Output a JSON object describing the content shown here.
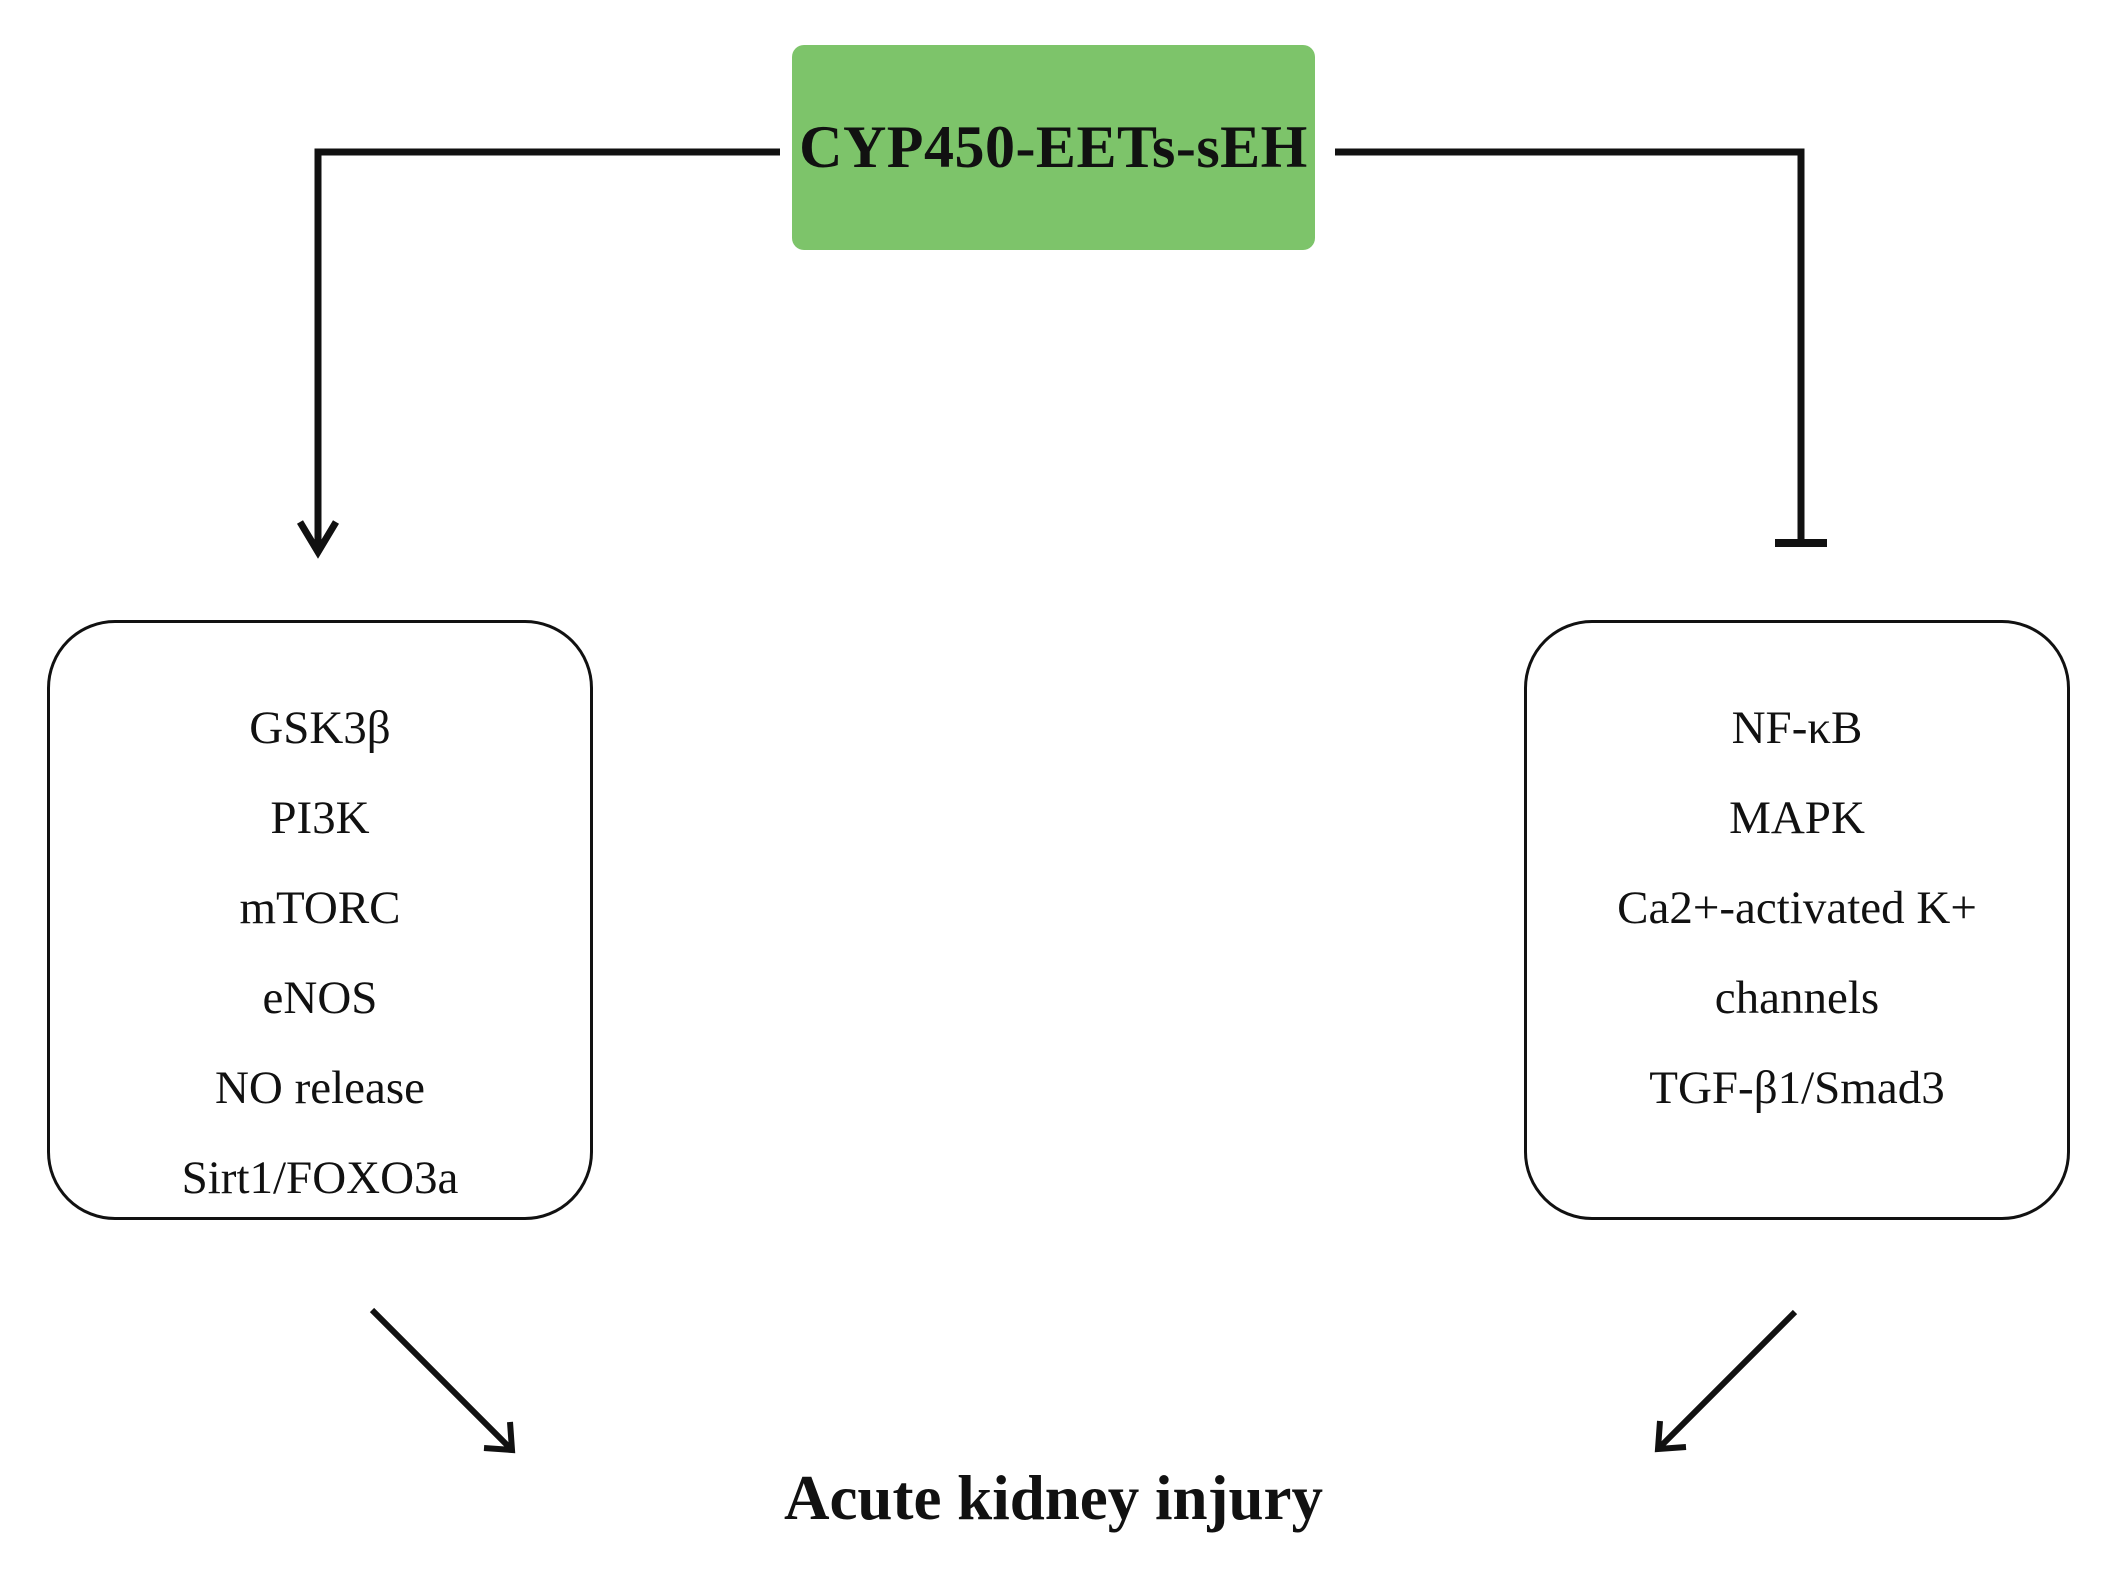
{
  "source": {
    "label": "CYP450-EETs-sEH",
    "color": "#7dc46a"
  },
  "left_pathway": {
    "relation": "activates",
    "items": [
      "GSK3β",
      "PI3K",
      "mTORC",
      "eNOS",
      "NO release",
      "Sirt1/FOXO3a"
    ]
  },
  "right_pathway": {
    "relation": "inhibits",
    "items": [
      "NF-κB",
      "MAPK",
      "Ca2+-activated K+",
      "channels",
      "TGF-β1/Smad3"
    ]
  },
  "outcome": {
    "label": "Acute kidney injury"
  }
}
